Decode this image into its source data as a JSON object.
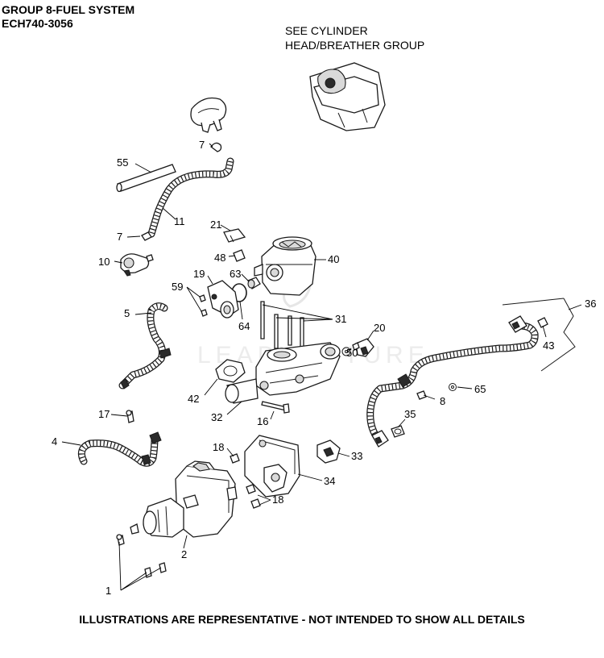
{
  "header": {
    "title": "GROUP 8-FUEL SYSTEM",
    "model": "ECH740-3056"
  },
  "note": {
    "line1": "SEE CYLINDER",
    "line2": "HEAD/BREATHER GROUP"
  },
  "footer": "ILLUSTRATIONS ARE REPRESENTATIVE - NOT INTENDED TO SHOW ALL DETAILS",
  "watermark": "LEADVENTURE",
  "callouts": {
    "c1": "1",
    "c2": "2",
    "c4": "4",
    "c5": "5",
    "c7a": "7",
    "c7b": "7",
    "c8": "8",
    "c10": "10",
    "c11": "11",
    "c16": "16",
    "c17": "17",
    "c18a": "18",
    "c18b": "18",
    "c19": "19",
    "c20": "20",
    "c21": "21",
    "c31": "31",
    "c32": "32",
    "c33": "33",
    "c34": "34",
    "c35": "35",
    "c36": "36",
    "c40": "40",
    "c42": "42",
    "c43": "43",
    "c48": "48",
    "c50": "50",
    "c55": "55",
    "c59": "59",
    "c63": "63",
    "c64": "64",
    "c65": "65"
  }
}
